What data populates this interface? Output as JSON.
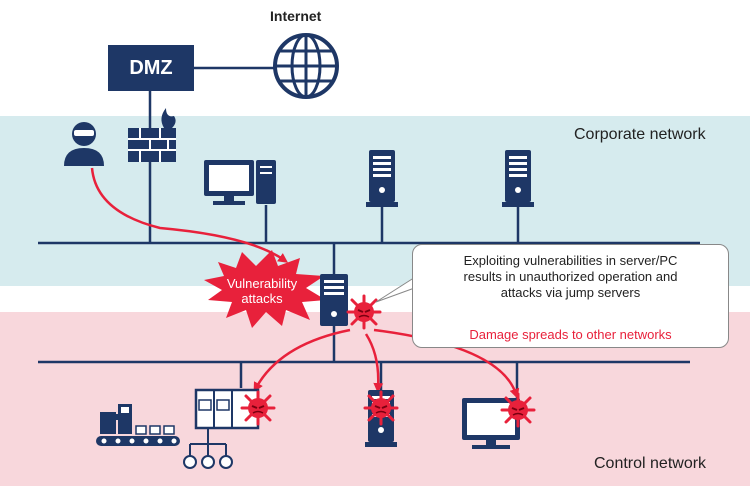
{
  "labels": {
    "internet": "Internet",
    "dmz": "DMZ",
    "corporate_network": "Corporate network",
    "control_network": "Control network",
    "attack": [
      "Vulnerability",
      "attacks"
    ]
  },
  "callout": {
    "lines": [
      "Exploiting vulnerabilities in server/PC",
      "results in unauthorized operation and",
      "attacks via jump servers"
    ],
    "result": "Damage spreads to other networks"
  },
  "colors": {
    "navy": "#1e3766",
    "attack_red": "#e8213b",
    "corporate_zone": "#d6ebee",
    "control_zone": "#f8d7dc"
  },
  "icons": [
    "globe-icon",
    "firewall-icon",
    "attacker-icon",
    "desktop-pc-icon",
    "server-icon",
    "plc-icon",
    "factory-line-icon",
    "virus-icon"
  ]
}
